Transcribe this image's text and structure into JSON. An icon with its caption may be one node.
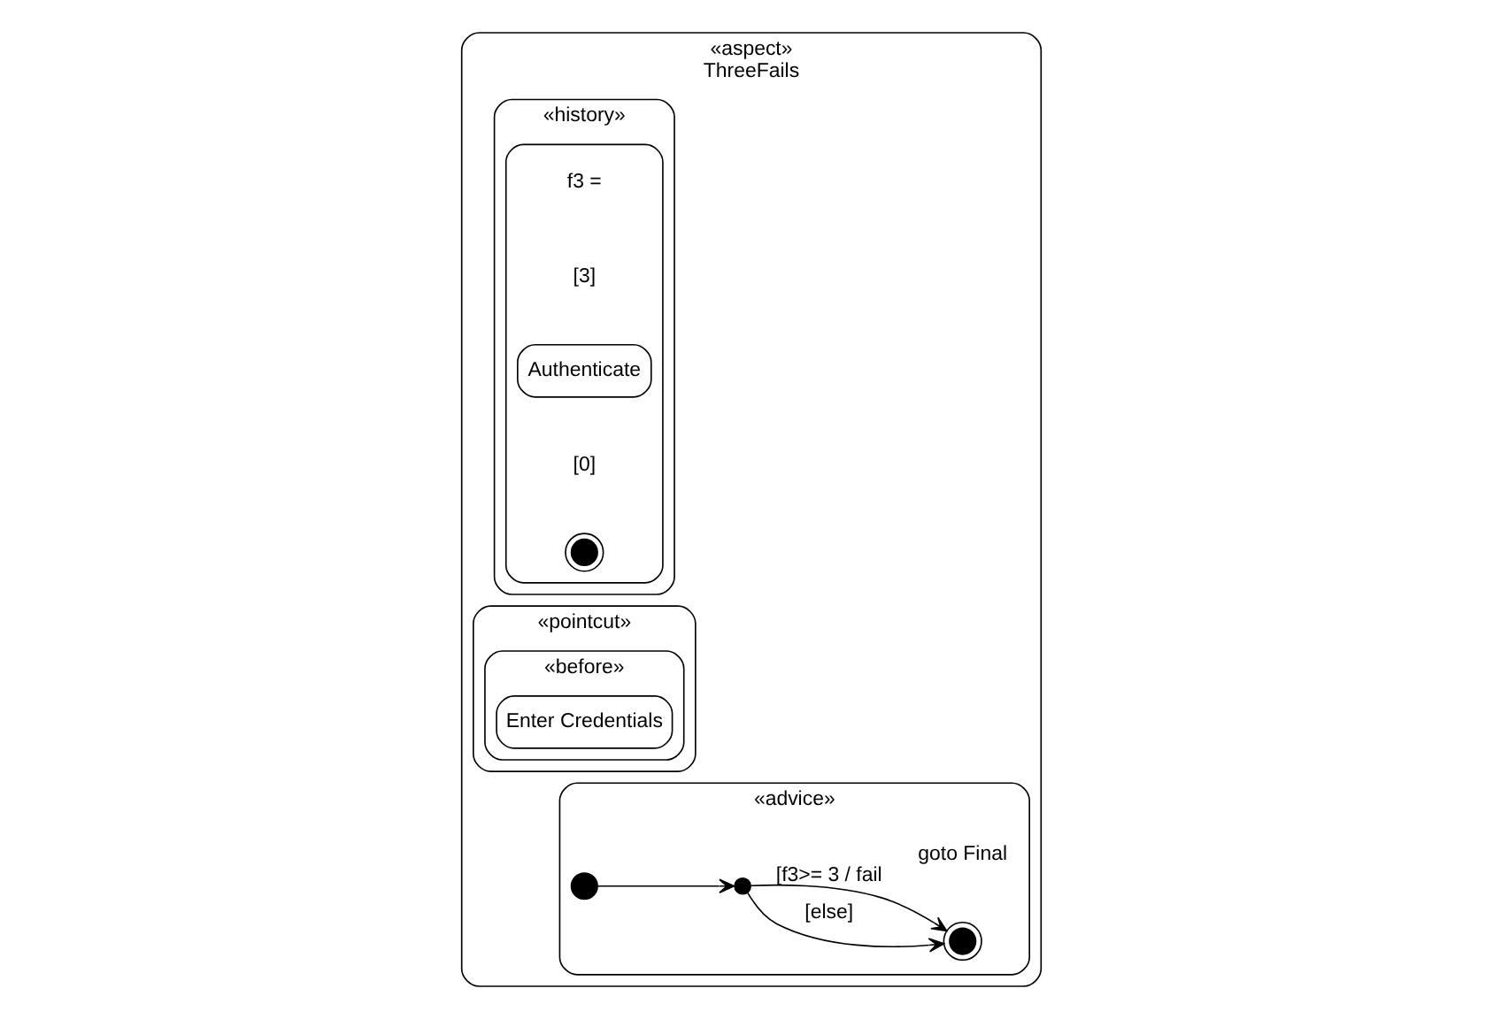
{
  "diagram": {
    "nodes": [
      {
        "text": [
          "«aspect»",
          "ThreeFails"
        ]
      },
      {
        "text": [
          "«history»"
        ],
        "in": 0
      },
      {
        "text": [
          "«pointcut»"
        ],
        "in": 0
      },
      {
        "text": [
          "«advice»"
        ],
        "in": 0
      },
      {
        "text": [],
        "shape": "box",
        "in": 1,
        "beside": [
          "f3 ="
        ]
      },
      {
        "text": [
          "Authenticate"
        ],
        "in": 4,
        "beside": [
          "[3]"
        ]
      },
      {
        "text": [],
        "shape": "circle",
        "in": 4,
        "beside": [
          "[0]"
        ]
      },
      {
        "text": [
          "«before»"
        ],
        "in": 2
      },
      {
        "text": [
          "Enter Credentials"
        ],
        "in": 7
      },
      {
        "text": [],
        "shape": "circle",
        "in": 3
      },
      {
        "text": [],
        "shape": "circle",
        "in": 3
      },
      {
        "text": [],
        "shape": "circle",
        "in": 3,
        "beside": [
          "goto Final"
        ]
      }
    ],
    "edges": [
      {
        "from": 9,
        "to": 10,
        "arrow": "to"
      },
      {
        "from": 10,
        "to": 11,
        "arrow": "to",
        "label": "[else]"
      },
      {
        "from": 10,
        "to": 11,
        "arrow": "to",
        "label": "[f3>= 3 / fail"
      }
    ]
  }
}
